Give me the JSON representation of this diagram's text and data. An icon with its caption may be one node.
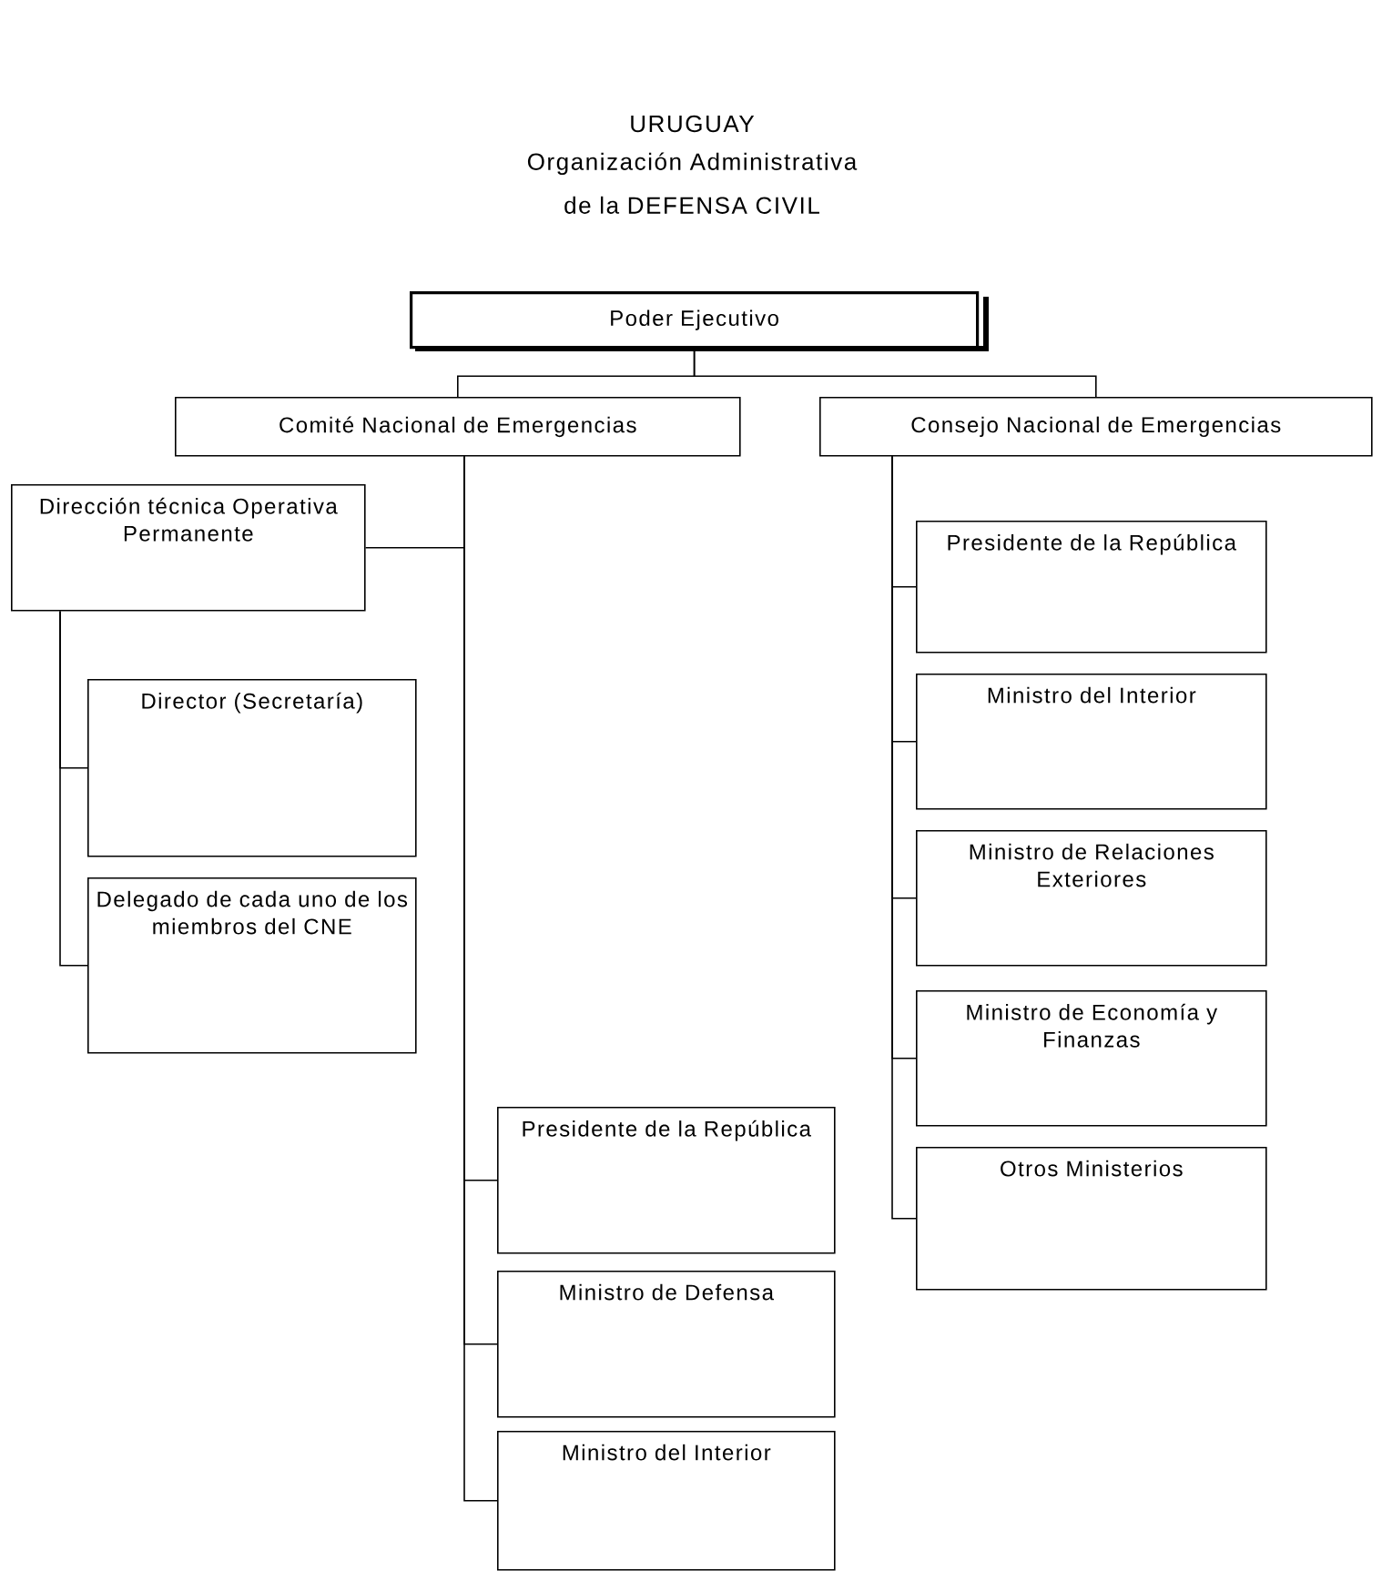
{
  "diagram": {
    "title": "Organización Administrativa de la DEFENSA CIVIL",
    "labels": [
      "URUGUAY"
    ],
    "nodes": [
      {
        "text": [
          "Poder Ejecutivo"
        ]
      },
      {
        "text": [
          "Comité Nacional de Emergencias"
        ]
      },
      {
        "text": [
          "Consejo Nacional de Emergencias"
        ]
      },
      {
        "text": [
          "Dirección técnica Operativa Permanente"
        ]
      },
      {
        "text": [
          "Director (Secretaría)"
        ]
      },
      {
        "text": [
          "Delegado de cada uno de los miembros del CNE"
        ]
      },
      {
        "text": [
          "Presidente de la República"
        ]
      },
      {
        "text": [
          "Ministro de Defensa"
        ]
      },
      {
        "text": [
          "Ministro del Interior"
        ]
      },
      {
        "text": [
          "Presidente de la República"
        ]
      },
      {
        "text": [
          "Ministro del Interior"
        ]
      },
      {
        "text": [
          "Ministro de Relaciones Exteriores"
        ]
      },
      {
        "text": [
          "Ministro de Economía y Finanzas"
        ]
      },
      {
        "text": [
          "Otros Ministerios"
        ]
      }
    ],
    "edges": [
      {
        "from": 0,
        "to": 1,
        "arrow": "none"
      },
      {
        "from": 0,
        "to": 2,
        "arrow": "none"
      },
      {
        "from": 1,
        "to": 3,
        "arrow": "none"
      },
      {
        "from": 3,
        "to": 4,
        "arrow": "none"
      },
      {
        "from": 3,
        "to": 5,
        "arrow": "none"
      },
      {
        "from": 1,
        "to": 6,
        "arrow": "none"
      },
      {
        "from": 1,
        "to": 7,
        "arrow": "none"
      },
      {
        "from": 1,
        "to": 8,
        "arrow": "none"
      },
      {
        "from": 2,
        "to": 9,
        "arrow": "none"
      },
      {
        "from": 2,
        "to": 10,
        "arrow": "none"
      },
      {
        "from": 2,
        "to": 11,
        "arrow": "none"
      },
      {
        "from": 2,
        "to": 12,
        "arrow": "none"
      },
      {
        "from": 2,
        "to": 13,
        "arrow": "none"
      }
    ]
  }
}
